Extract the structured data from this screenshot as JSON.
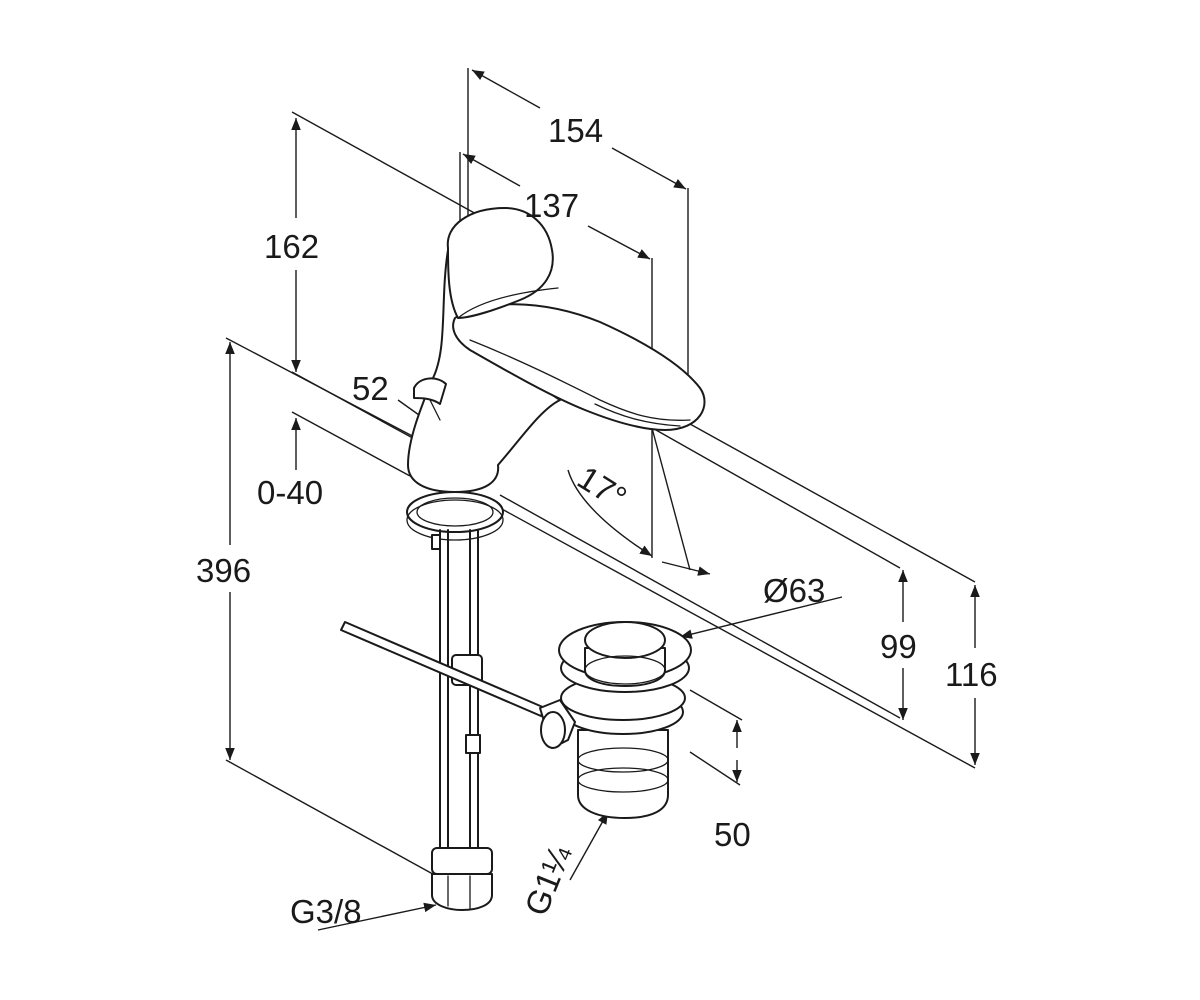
{
  "dimensions": {
    "d154": "154",
    "d137": "137",
    "d162": "162",
    "d52": "52",
    "d040": "0-40",
    "d396": "396",
    "d17": "17°",
    "d63": "Ø63",
    "d99": "99",
    "d116": "116",
    "d50": "50",
    "g38": "G3/8",
    "g114": "G1¼"
  },
  "colors": {
    "line": "#1a1a1a",
    "background": "#ffffff"
  }
}
